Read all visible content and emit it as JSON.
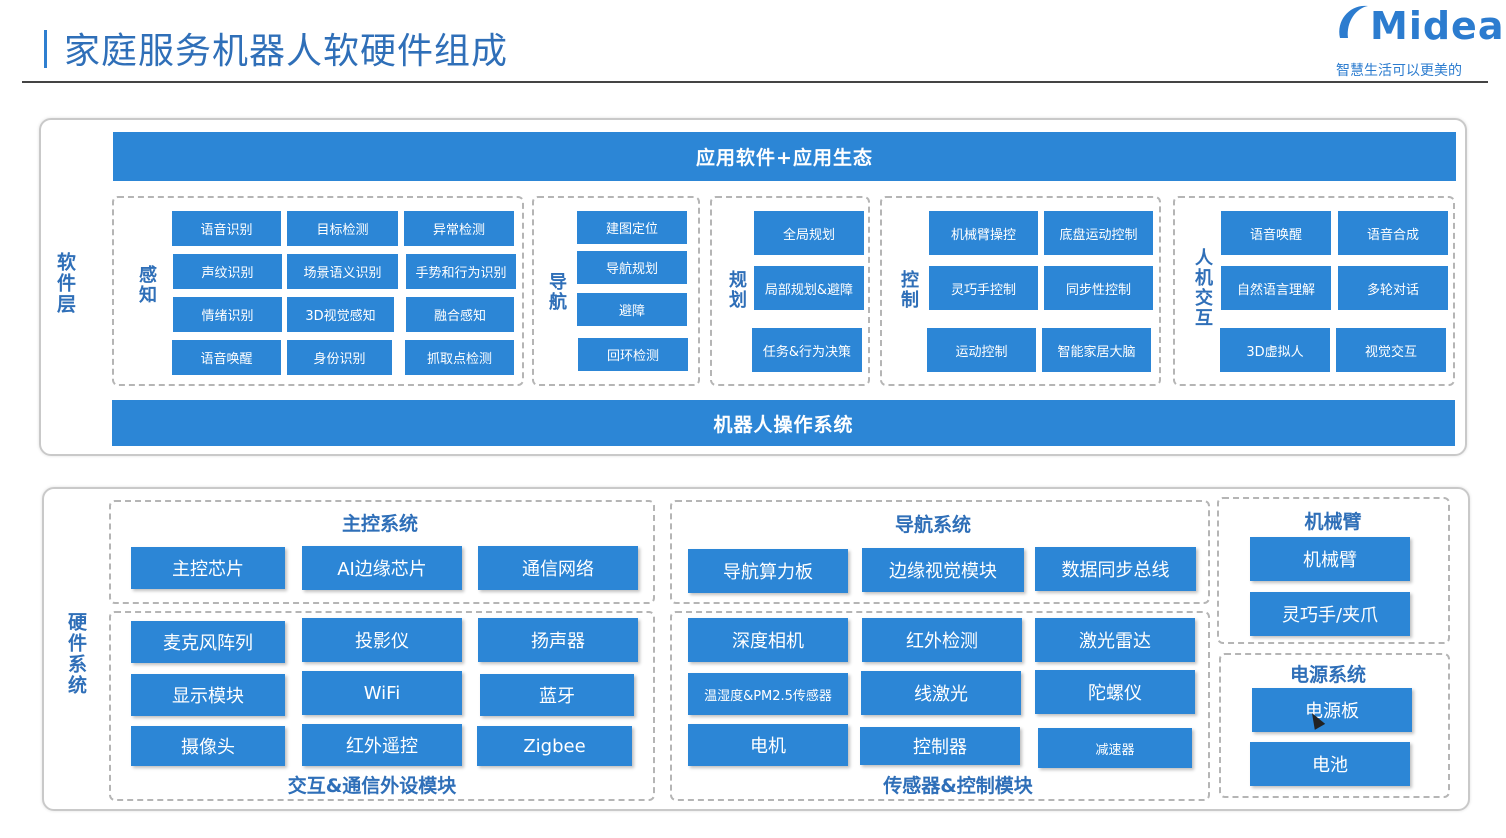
{
  "header": {
    "title": "家庭服务机器人软硬件组成",
    "logo_text": "Midea",
    "slogan": "智慧生活可以更美的"
  },
  "software": {
    "layer_label": "软件层",
    "top_bar": "应用软件+应用生态",
    "bottom_bar": "机器人操作系统",
    "groups": {
      "perception": {
        "label": "感知",
        "items": [
          "语音识别",
          "目标检测",
          "异常检测",
          "声纹识别",
          "场景语义识别",
          "手势和行为识别",
          "情绪识别",
          "3D视觉感知",
          "融合感知",
          "语音唤醒",
          "身份识别",
          "抓取点检测"
        ]
      },
      "navigation": {
        "label": "导航",
        "items": [
          "建图定位",
          "导航规划",
          "避障",
          "回环检测"
        ]
      },
      "planning": {
        "label": "规划",
        "items": [
          "全局规划",
          "局部规划&避障",
          "任务&行为决策"
        ]
      },
      "control": {
        "label": "控制",
        "items": [
          "机械臂操控",
          "底盘运动控制",
          "灵巧手控制",
          "同步性控制",
          "运动控制",
          "智能家居大脑"
        ]
      },
      "hci": {
        "label": "人机交互",
        "items": [
          "语音唤醒",
          "语音合成",
          "自然语言理解",
          "多轮对话",
          "3D虚拟人",
          "视觉交互"
        ]
      }
    }
  },
  "hardware": {
    "layer_label": "硬件系统",
    "main_control": {
      "title": "主控系统",
      "items": [
        "主控芯片",
        "AI边缘芯片",
        "通信网络"
      ]
    },
    "peripherals": {
      "title": "交互&通信外设模块",
      "items": [
        "麦克风阵列",
        "投影仪",
        "扬声器",
        "显示模块",
        "WiFi",
        "蓝牙",
        "摄像头",
        "红外遥控",
        "Zigbee"
      ]
    },
    "navigation": {
      "title": "导航系统",
      "items": [
        "导航算力板",
        "边缘视觉模块",
        "数据同步总线"
      ]
    },
    "sensors": {
      "title": "传感器&控制模块",
      "items": [
        "深度相机",
        "红外检测",
        "激光雷达",
        "温湿度&PM2.5传感器",
        "线激光",
        "陀螺仪",
        "电机",
        "控制器",
        "减速器"
      ]
    },
    "arm": {
      "title": "机械臂",
      "items": [
        "机械臂",
        "灵巧手/夹爪"
      ]
    },
    "power": {
      "title": "电源系统",
      "items": [
        "电源板",
        "电池"
      ]
    }
  },
  "colors": {
    "accent": "#2c86d6",
    "title": "#2f6fb8"
  }
}
